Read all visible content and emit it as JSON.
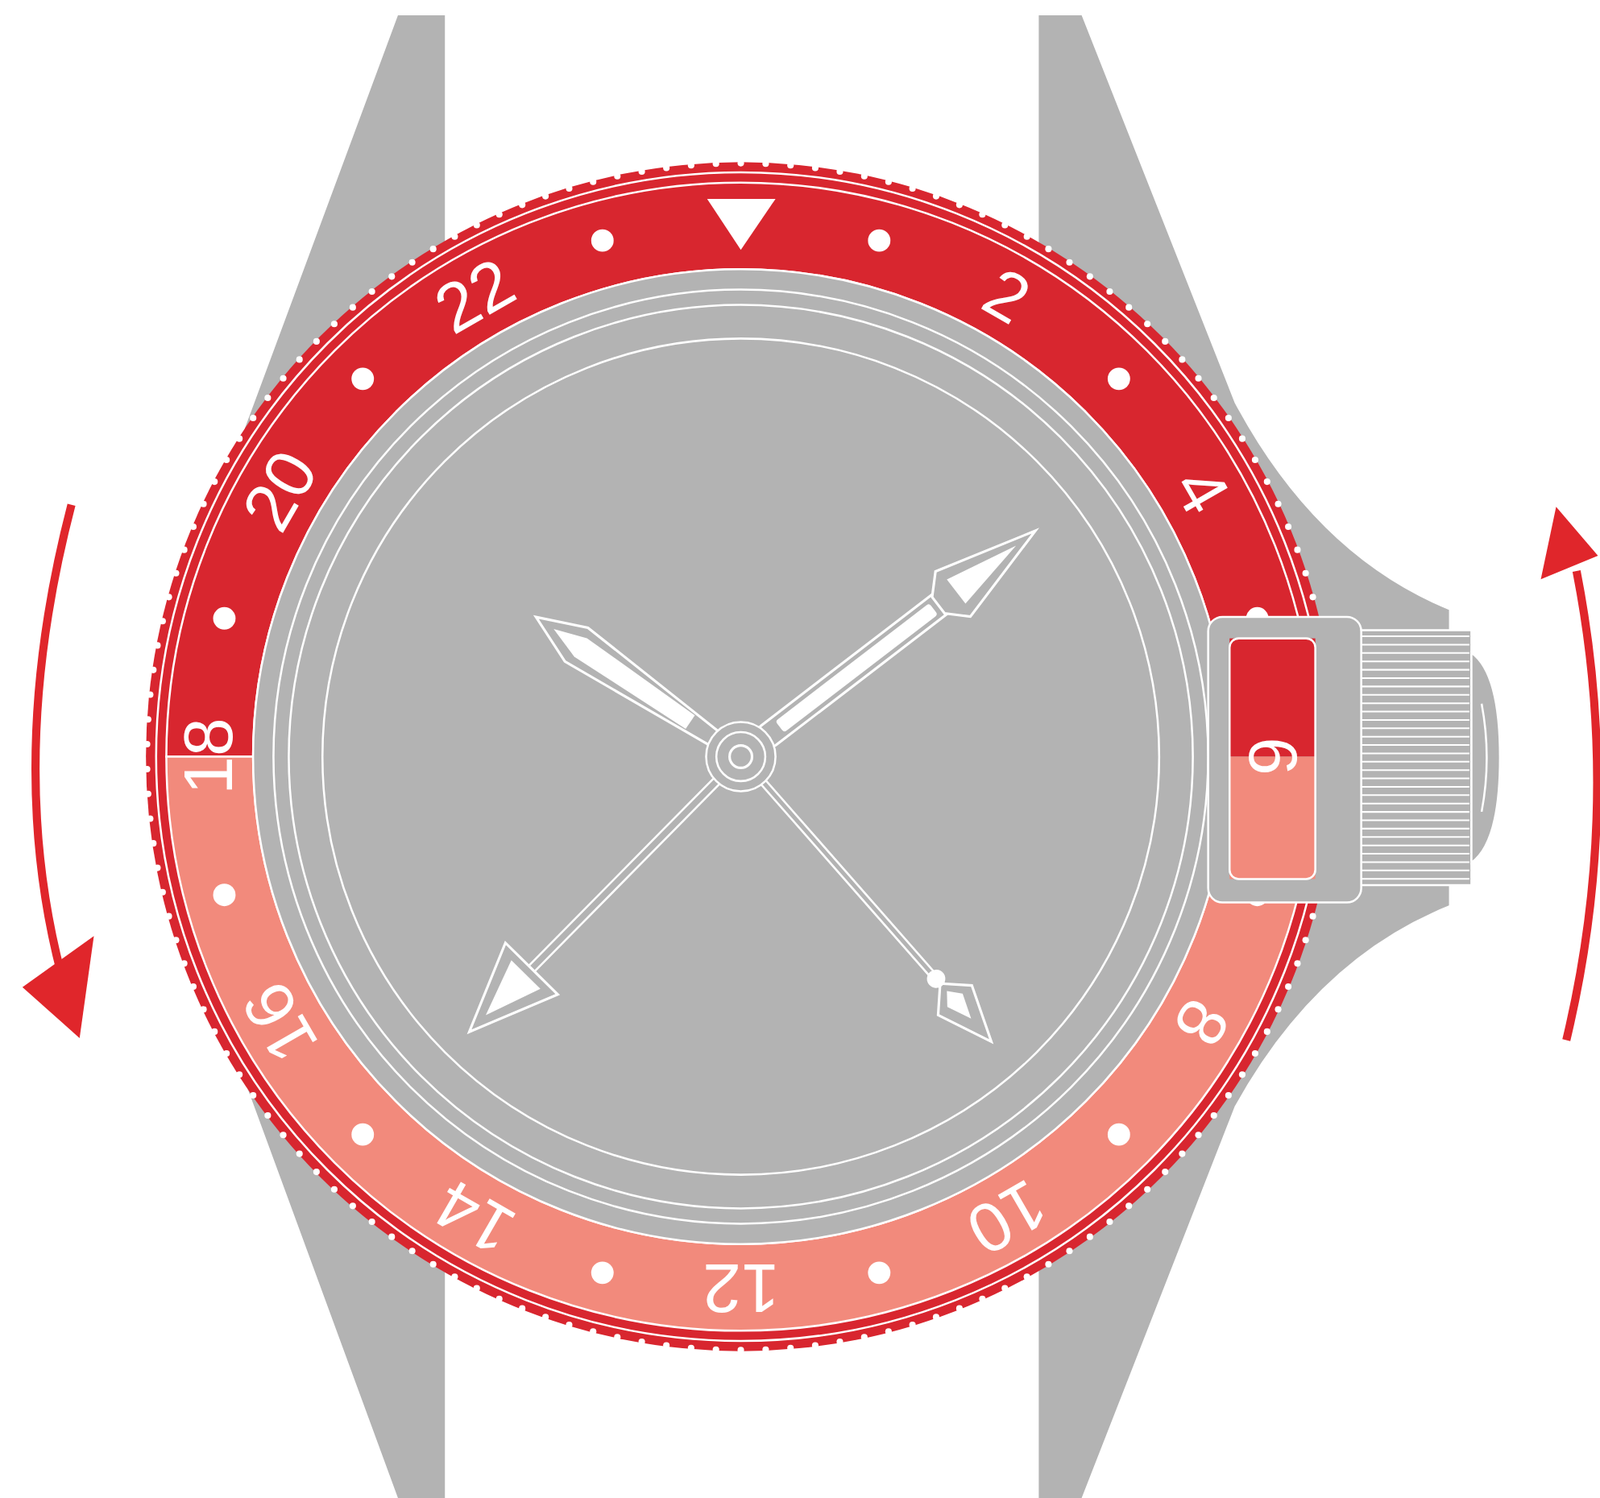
{
  "diagram": {
    "labels": [
      "22",
      "2",
      "20",
      "4",
      "18",
      "6",
      "16",
      "8",
      "14",
      "10",
      "12"
    ]
  }
}
